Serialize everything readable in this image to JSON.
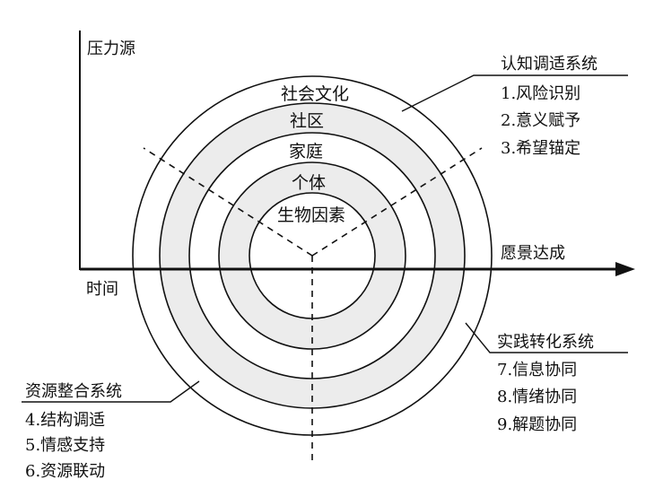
{
  "axes": {
    "y_label": "压力源",
    "x_end_label": "愿景达成",
    "origin_label": "时间"
  },
  "rings": [
    {
      "label": "社会文化"
    },
    {
      "label": "社区"
    },
    {
      "label": "家庭"
    },
    {
      "label": "个体"
    },
    {
      "label": "生物因素"
    }
  ],
  "systems": {
    "cognitive": {
      "title": "认知调适系统",
      "items": [
        "1.风险识别",
        "2.意义赋予",
        "3.希望锚定"
      ]
    },
    "practice": {
      "title": "实践转化系统",
      "items": [
        "7.信息协同",
        "8.情绪协同",
        "9.解题协同"
      ]
    },
    "resource": {
      "title": "资源整合系统",
      "items": [
        "4.结构调适",
        "5.情感支持",
        "6.资源联动"
      ]
    }
  },
  "colors": {
    "ink": "#111111",
    "ring_fill": "#ececec",
    "background": "#ffffff"
  }
}
